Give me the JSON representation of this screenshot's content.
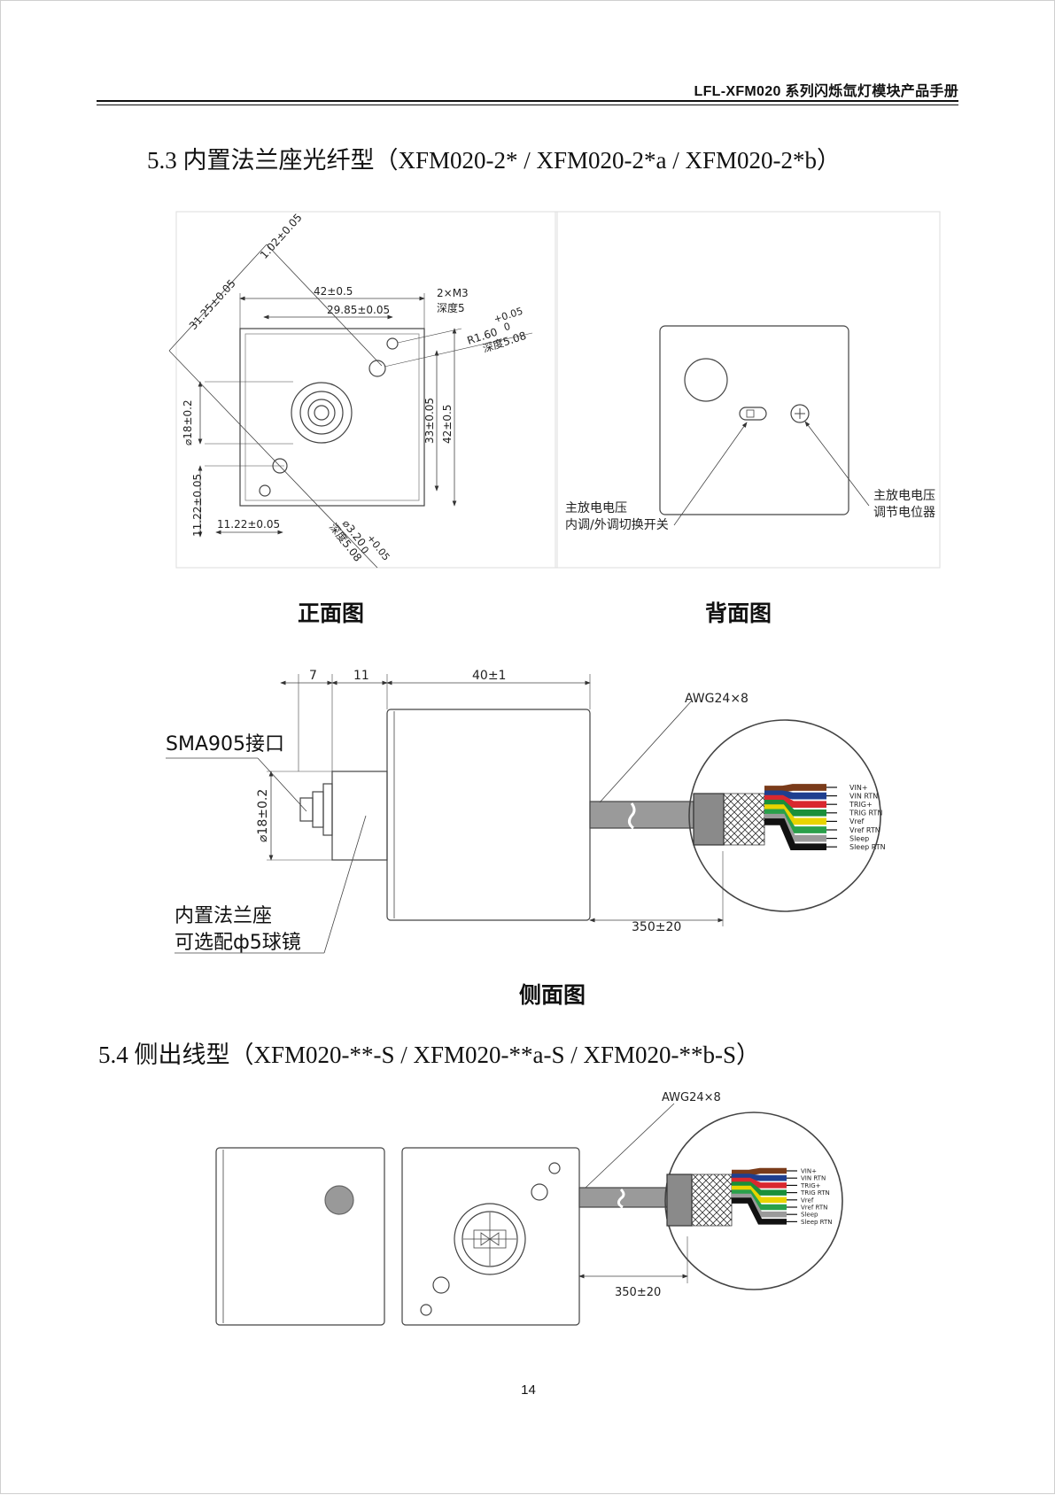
{
  "header": {
    "title": "LFL-XFM020 系列闪烁氙灯模块产品手册"
  },
  "section_53": {
    "heading": "5.3 内置法兰座光纤型（XFM020-2* / XFM020-2*a / XFM020-2*b）"
  },
  "front_view": {
    "caption": "正面图",
    "dims": {
      "d1": "1.02±0.05",
      "d2": "31.25±0.05",
      "d3": "42±0.5",
      "d4": "29.85±0.05",
      "holes_a": "2×M3",
      "holes_b": "深度5",
      "r1": "R1.60",
      "r1_tol_top": "+0.05",
      "r1_tol_bot": "0",
      "r1_depth": "深度5.08",
      "d5": "33±0.05",
      "d6": "42±0.5",
      "d7": "⌀18±0.2",
      "d8": "11.22±0.05",
      "d9": "11.22±0.05",
      "d10": "⌀3.20",
      "d10_tol_top": "+0.05",
      "d10_tol_bot": "0",
      "d10_depth": "深度5.08"
    }
  },
  "back_view": {
    "caption": "背面图",
    "label_switch_1": "主放电电压",
    "label_switch_2": "内调/外调切换开关",
    "label_pot_1": "主放电电压",
    "label_pot_2": "调节电位器"
  },
  "side_view": {
    "caption": "侧面图",
    "dim_7": "7",
    "dim_11": "11",
    "dim_40": "40±1",
    "cable": "AWG24×8",
    "connector": "SMA905接口",
    "dia": "⌀18±0.2",
    "flange_1": "内置法兰座",
    "flange_2": "可选配ф5球镜",
    "length": "350±20",
    "wires": [
      "VIN+",
      "VIN RTN",
      "TRIG+",
      "TRIG RTN",
      "Vref",
      "Vref RTN",
      "Sleep",
      "Sleep RTN"
    ],
    "wire_colors": [
      "#7a3b1a",
      "#1f3f8f",
      "#d9282f",
      "#1a8f3a",
      "#e8d400",
      "#2aa04a",
      "#9a9a9a",
      "#111111"
    ]
  },
  "section_54": {
    "heading": "5.4 侧出线型（XFM020-**-S / XFM020-**a-S / XFM020-**b-S）",
    "cable": "AWG24×8",
    "length": "350±20",
    "wires": [
      "VIN+",
      "VIN RTN",
      "TRIG+",
      "TRIG RTN",
      "Vref",
      "Vref RTN",
      "Sleep",
      "Sleep RTN"
    ]
  },
  "footer": {
    "page_number": "14"
  }
}
